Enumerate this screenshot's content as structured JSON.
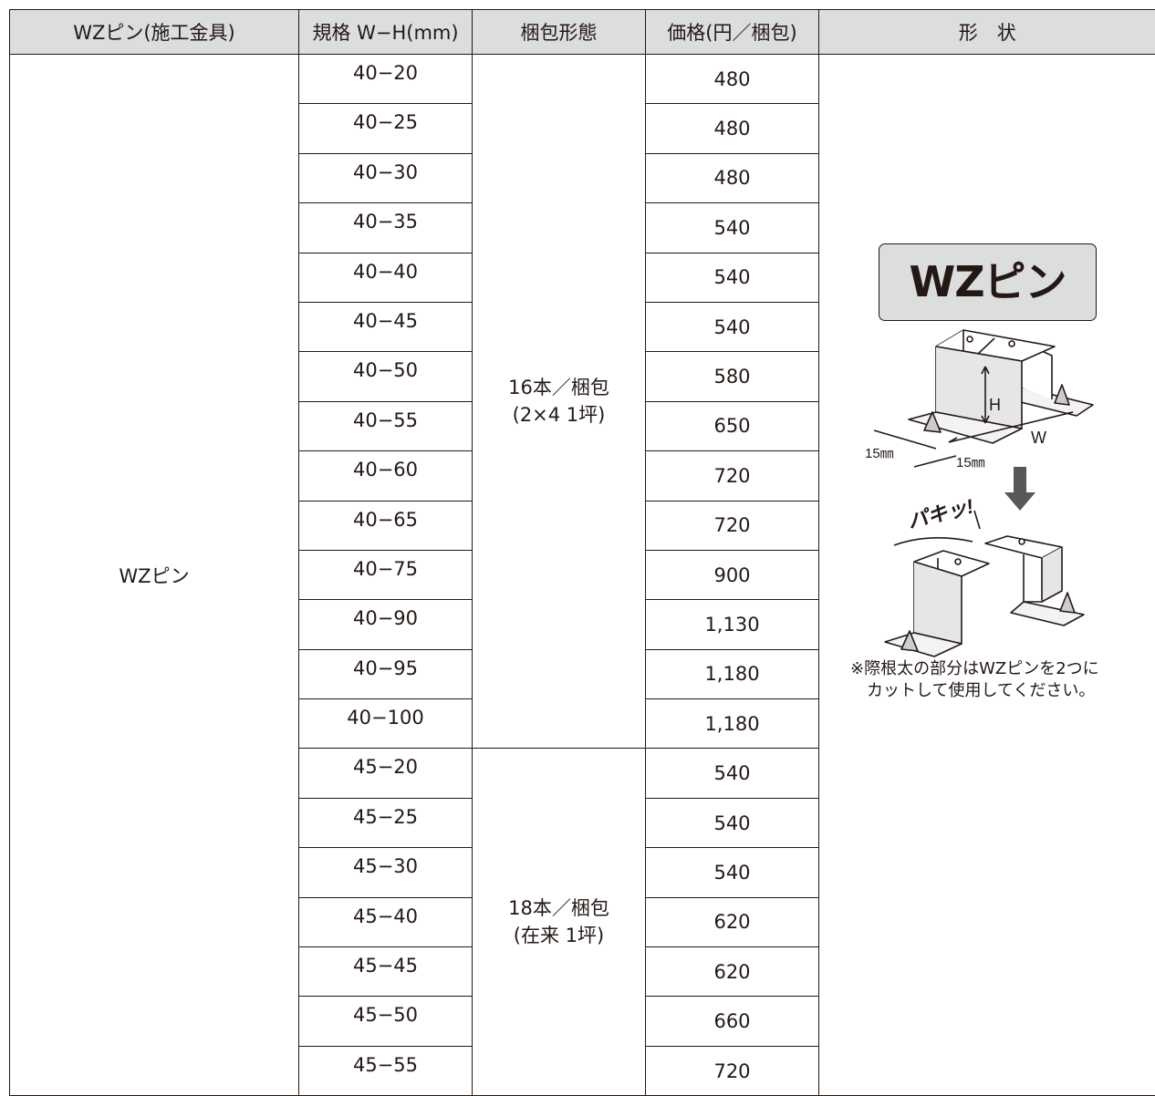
{
  "headers": [
    "WZピン(施工金具)",
    "規格 W−H(mm)",
    "梱包形態",
    "価格(円／梱包)",
    "形　状"
  ],
  "product_name": "WZピン",
  "packs": [
    {
      "line1": "16本／梱包",
      "line2": "(2×4 1坪)"
    },
    {
      "line1": "18本／梱包",
      "line2": "(在来 1坪)"
    }
  ],
  "rows": [
    {
      "size": "40−20",
      "price": "480"
    },
    {
      "size": "40−25",
      "price": "480"
    },
    {
      "size": "40−30",
      "price": "480"
    },
    {
      "size": "40−35",
      "price": "540"
    },
    {
      "size": "40−40",
      "price": "540"
    },
    {
      "size": "40−45",
      "price": "540"
    },
    {
      "size": "40−50",
      "price": "580"
    },
    {
      "size": "40−55",
      "price": "650"
    },
    {
      "size": "40−60",
      "price": "720"
    },
    {
      "size": "40−65",
      "price": "720"
    },
    {
      "size": "40−75",
      "price": "900"
    },
    {
      "size": "40−90",
      "price": "1,130"
    },
    {
      "size": "40−95",
      "price": "1,180"
    },
    {
      "size": "40−100",
      "price": "1,180"
    },
    {
      "size": "45−20",
      "price": "540"
    },
    {
      "size": "45−25",
      "price": "540"
    },
    {
      "size": "45−30",
      "price": "540"
    },
    {
      "size": "45−40",
      "price": "620"
    },
    {
      "size": "45−45",
      "price": "620"
    },
    {
      "size": "45−50",
      "price": "660"
    },
    {
      "size": "45−55",
      "price": "720"
    }
  ],
  "shape": {
    "logo": "WZピン",
    "label_h": "H",
    "label_w": "W",
    "label_15a": "15㎜",
    "label_15b": "15㎜",
    "snap_text": "パキッ!",
    "note_line1": "※際根太の部分はWZピンを2つに",
    "note_line2": "カットして使用してください。"
  }
}
